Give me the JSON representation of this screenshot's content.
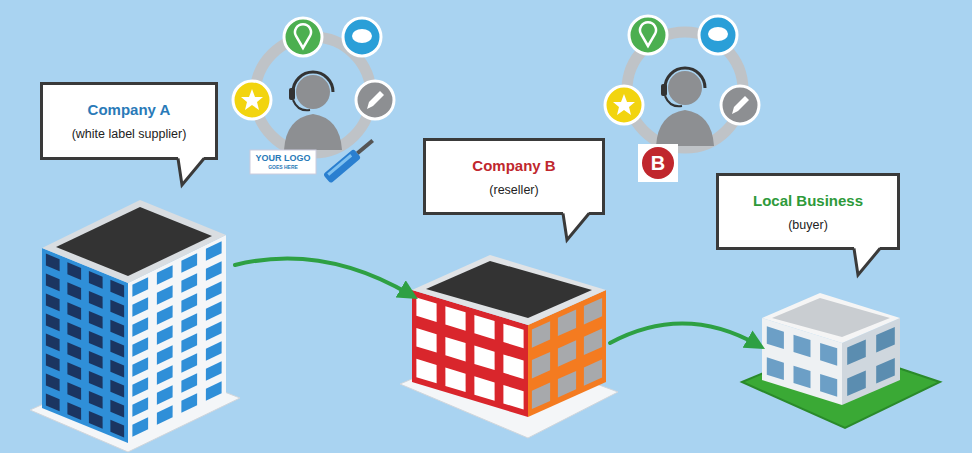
{
  "diagram": {
    "nodes": [
      {
        "text": [
          "Company A",
          "(white label supplier)"
        ]
      },
      {
        "text": [
          "Company B",
          "(reseller)"
        ]
      },
      {
        "text": [
          "Local Business",
          "(buyer)"
        ]
      }
    ],
    "edges": [
      {
        "from": 0,
        "to": 1,
        "arrow": "to"
      },
      {
        "from": 1,
        "to": 2,
        "arrow": "to"
      }
    ],
    "labels": [
      "YOUR LOGO",
      "GOES HERE",
      "B"
    ]
  }
}
